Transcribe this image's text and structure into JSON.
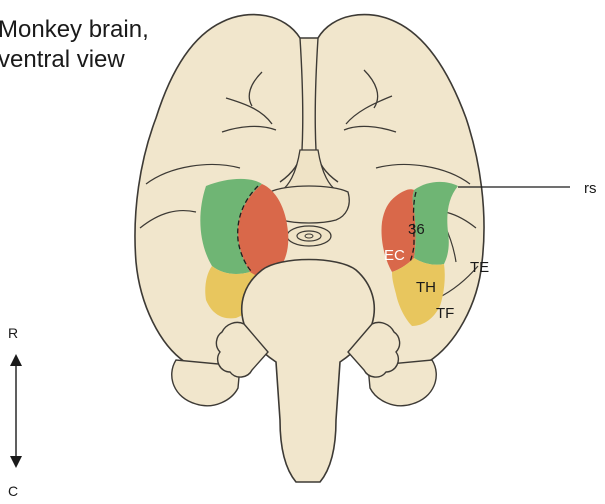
{
  "title": {
    "line1": "Monkey brain,",
    "line2": "ventral view"
  },
  "labels": {
    "rs": "rs",
    "area36": "36",
    "ec": "EC",
    "te": "TE",
    "th": "TH",
    "tf": "TF"
  },
  "axis": {
    "rostral": "R",
    "caudal": "C"
  },
  "colors": {
    "brain_fill": "#f1e6cc",
    "brain_outline": "#3d3a35",
    "perirhinal_36": "#6fb574",
    "entorhinal_ec": "#d9684a",
    "parahippocampal_th_tf": "#e8c65e",
    "background": "#ffffff"
  }
}
